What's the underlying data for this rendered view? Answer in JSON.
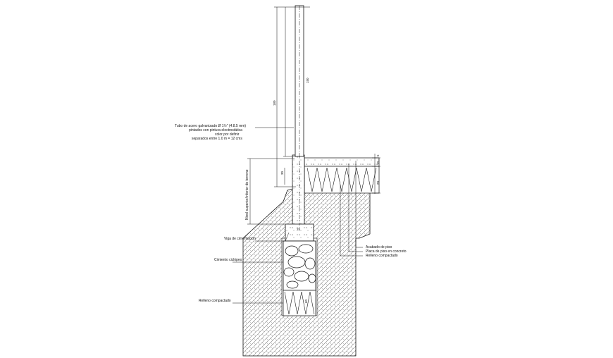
{
  "labels": {
    "tube_line1": "Tubo de acero galvanizado Ø 1½\" (4.8.5 mm)",
    "tube_line2": "pintados con pintura electrostática",
    "tube_line3": "color por definir",
    "tube_line4": "separados entre 1.0 m = 12 cms",
    "viga": "Viga de cimentación",
    "cimiento": "Cimiento ciclópeo",
    "relleno_left": "Relleno compactado",
    "acabado": "Acabado de piso",
    "placa": "Placa de piso en concreto",
    "relleno_right": "Relleno compactado",
    "nivel": "Nivel superior/inferior de terreno"
  },
  "dimensions": {
    "d_total": "180",
    "d_upper": "150",
    "d_small1": "30",
    "d_width": "25",
    "d_slab1": "10",
    "d_slab2": "20",
    "d_slab3": "5",
    "d_depth": "60"
  },
  "colors": {
    "line": "#111111",
    "hatch": "#555555",
    "background": "#ffffff"
  }
}
